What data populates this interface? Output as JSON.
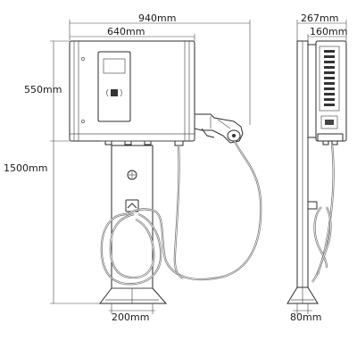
{
  "dimensions": {
    "total_width": "940mm",
    "cabinet_width": "640mm",
    "cabinet_height": "550mm",
    "total_height": "1500mm",
    "base_width": "200mm",
    "side_depth": "267mm",
    "side_cabinet_depth": "160mm",
    "side_base_depth": "80mm"
  }
}
